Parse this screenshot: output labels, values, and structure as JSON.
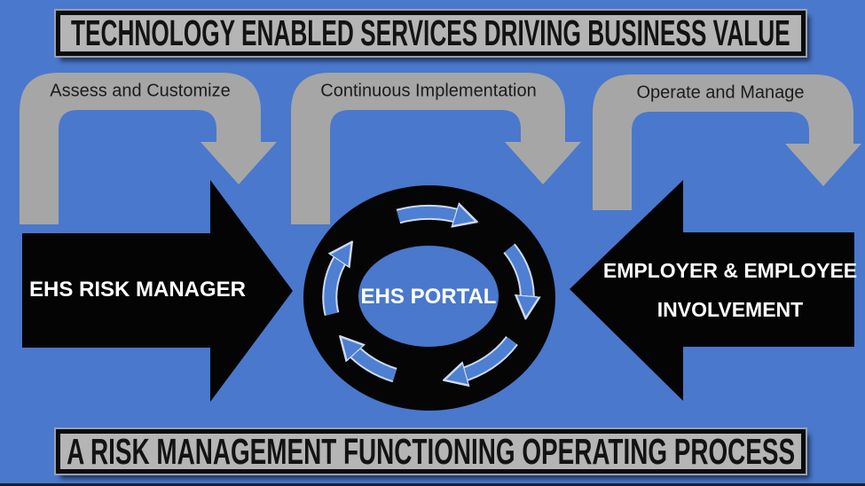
{
  "title_banner": {
    "text": "TECHNOLOGY ENABLED SERVICES DRIVING BUSINESS VALUE"
  },
  "footer_banner": {
    "text": "A RISK MANAGEMENT FUNCTIONING OPERATING PROCESS"
  },
  "flow_steps": [
    {
      "label": "Assess and Customize"
    },
    {
      "label": "Continuous Implementation"
    },
    {
      "label": "Operate and Manage"
    }
  ],
  "left_actor": {
    "label": "EHS RISK MANAGER"
  },
  "right_actor": {
    "label_line1": "EMPLOYER & EMPLOYEE",
    "label_line2": "INVOLVEMENT"
  },
  "hub": {
    "label": "EHS PORTAL"
  },
  "colors": {
    "background": "#4a78cc",
    "banner_fill": "#b5b5b5",
    "banner_border": "#0c0c0c",
    "flow_arrow_fill": "#a6a6a6",
    "actor_arrow_fill": "#040404",
    "hub_ring_fill": "#050505",
    "cycle_arrow_fill": "#4d7fd3",
    "cycle_arrow_outline": "#cdd9ed",
    "banner_text": "#131313",
    "flow_label_text": "#1c1c1c",
    "actor_text": "#ffffff"
  }
}
